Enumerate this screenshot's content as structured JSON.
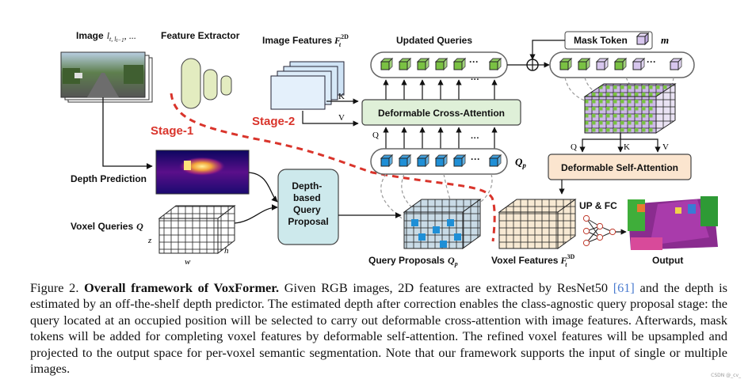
{
  "labels": {
    "image": "Image",
    "image_sub": "l",
    "image_seq": "t, l",
    "image_seq_sub": "t−1",
    "image_seq_end": ", ...",
    "feature_extractor": "Feature Extractor",
    "image_features": "Image Features",
    "image_features_math": "F",
    "image_features_sup": "2D",
    "image_features_sub": "t",
    "updated_queries": "Updated Queries",
    "mask_token": "Mask Token",
    "mask_token_math": "m",
    "stage1": "Stage-1",
    "stage2": "Stage-2",
    "deform_cross_attn": "Deformable Cross-Attention",
    "deform_self_attn": "Deformable Self-Attention",
    "depth_prediction": "Depth Prediction",
    "voxel_queries": "Voxel Queries",
    "voxel_queries_math": "Q",
    "depth_proposal_lines": [
      "Depth-",
      "based",
      "Query",
      "Proposal"
    ],
    "query_proposals": "Query Proposals",
    "query_proposals_math": "Q",
    "query_proposals_sub": "p",
    "qp_side": "Q",
    "qp_side_sub": "p",
    "voxel_features": "Voxel Features",
    "voxel_features_math": "F",
    "voxel_features_sup": "3D",
    "voxel_features_sub": "t",
    "up_fc": "UP & FC",
    "output": "Output",
    "K": "K",
    "V": "V",
    "Q": "Q",
    "axis_z": "z",
    "axis_w": "w",
    "axis_h": "h",
    "dots": "···"
  },
  "caption": {
    "figure": "Figure 2.",
    "title": "Overall framework of VoxFormer.",
    "text_before_ref": "Given RGB images, 2D features are extracted by ResNet50",
    "ref": "[61]",
    "text_after_ref": "and the depth is estimated by an off-the-shelf depth predictor. The estimated depth after correction enables the class-agnostic query proposal stage: the query located at an occupied position will be selected to carry out deformable cross-attention with image features. Afterwards, mask tokens will be added for completing voxel features by deformable self-attention. The refined voxel features will be upsampled and projected to the output space for per-voxel semantic segmentation. Note that our framework supports the input of single or multiple images."
  },
  "watermark": "CSDN @_cv_",
  "colors": {
    "green": "#7ac143",
    "blue": "#1f8fd6",
    "lilac": "#d7c6ee",
    "stage_red": "#d9342b",
    "cross_attn_fill": "#dff0d8",
    "self_attn_fill": "#fbe5cf",
    "proposal_fill": "#cde9ec",
    "extractor_fill": "#e3ecc0",
    "features_fill": "#d6e8f7",
    "voxel_out_fill": "#f7e9d3"
  }
}
